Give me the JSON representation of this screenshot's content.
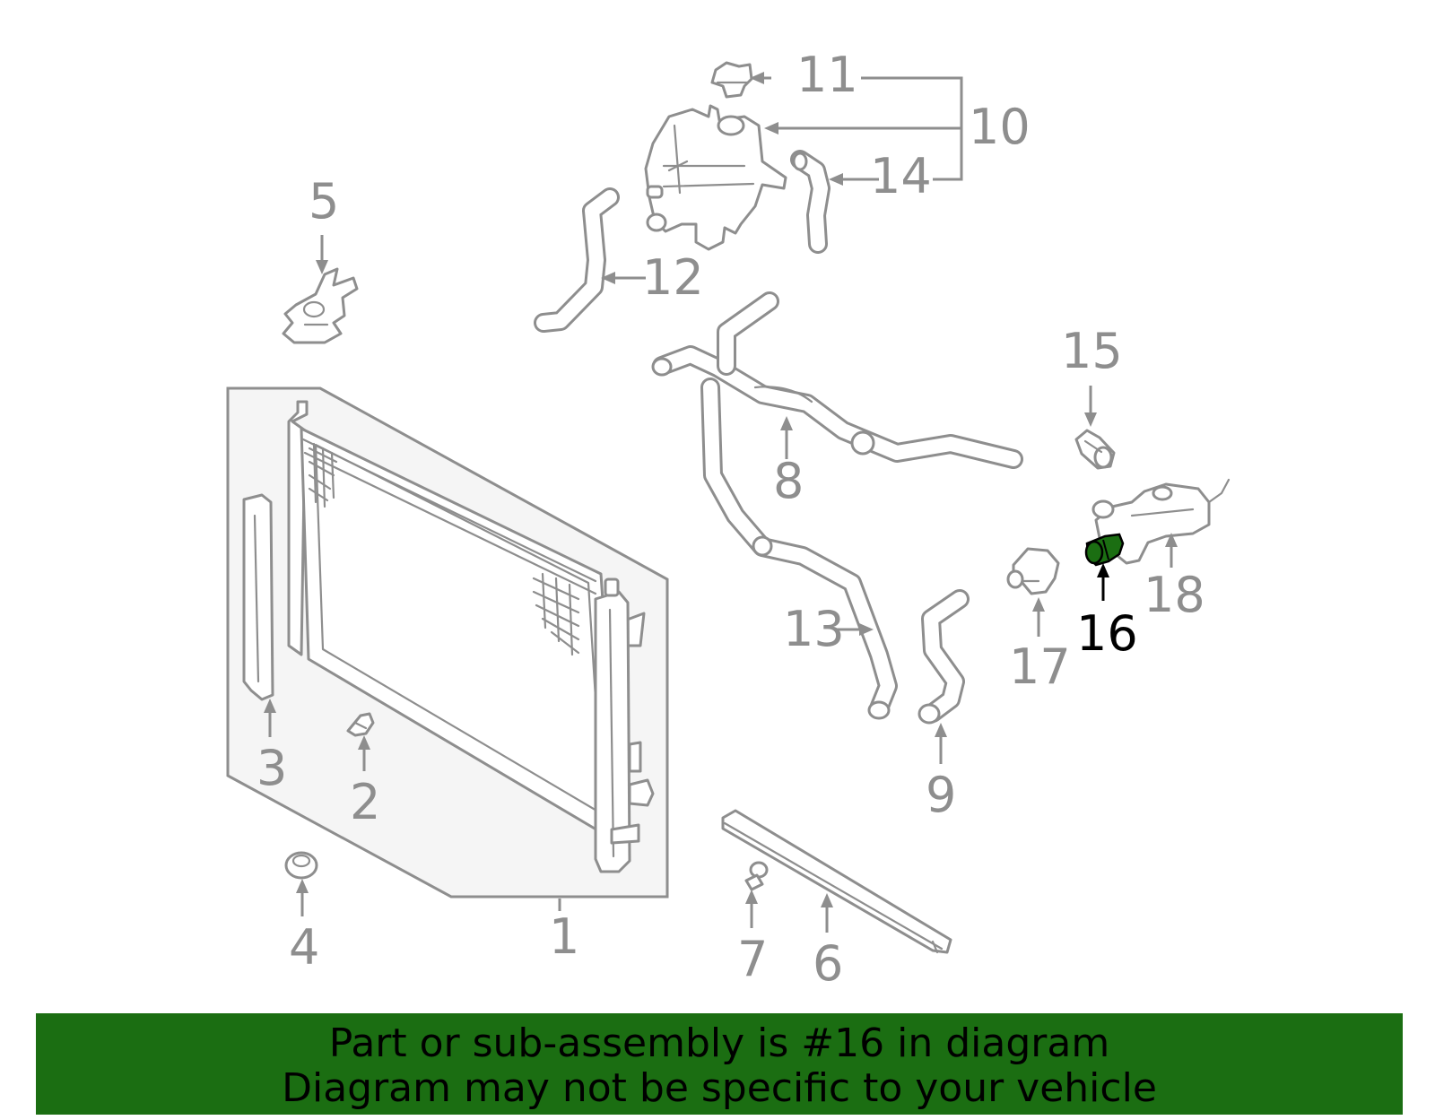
{
  "callouts": [
    {
      "id": "1",
      "label": "1"
    },
    {
      "id": "2",
      "label": "2"
    },
    {
      "id": "3",
      "label": "3"
    },
    {
      "id": "4",
      "label": "4"
    },
    {
      "id": "5",
      "label": "5"
    },
    {
      "id": "6",
      "label": "6"
    },
    {
      "id": "7",
      "label": "7"
    },
    {
      "id": "8",
      "label": "8"
    },
    {
      "id": "9",
      "label": "9"
    },
    {
      "id": "10",
      "label": "10"
    },
    {
      "id": "11",
      "label": "11"
    },
    {
      "id": "12",
      "label": "12"
    },
    {
      "id": "13",
      "label": "13"
    },
    {
      "id": "14",
      "label": "14"
    },
    {
      "id": "15",
      "label": "15"
    },
    {
      "id": "16",
      "label": "16"
    },
    {
      "id": "17",
      "label": "17"
    },
    {
      "id": "18",
      "label": "18"
    }
  ],
  "highlighted_part": "16",
  "colors": {
    "line_art": "#8e8e8e",
    "highlight_part": "#1b6e12",
    "banner_background": "#1b6e12",
    "highlight_text": "#000000"
  },
  "banner": {
    "line1": "Part or sub-assembly is #16 in diagram",
    "line2": "Diagram may not be specific to your vehicle"
  }
}
